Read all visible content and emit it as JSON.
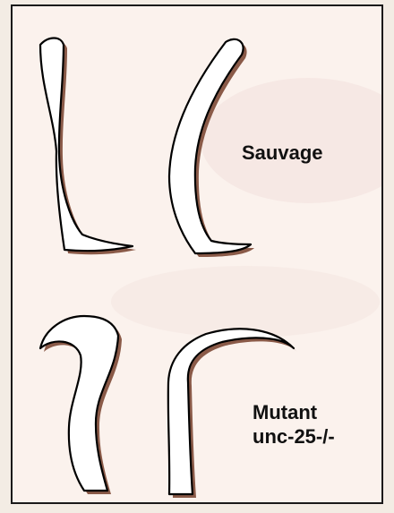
{
  "labels": {
    "wild_type": "Sauvage",
    "mutant_line1": "Mutant",
    "mutant_line2": "unc-25-/-"
  }
}
